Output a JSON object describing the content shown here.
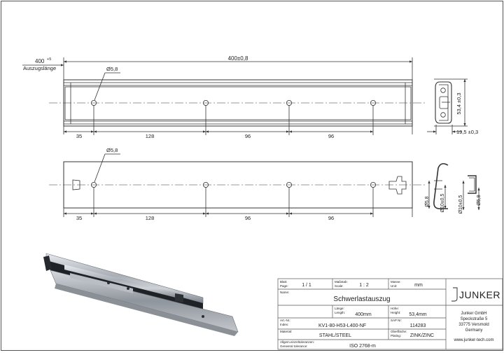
{
  "drawing": {
    "top_view": {
      "stroke_label": "400",
      "stroke_tolerance": "+5",
      "stroke_caption": "Auszugslänge",
      "length_label": "400±0,8",
      "hole_label": "Ø5,8",
      "spacing": [
        "35",
        "128",
        "96",
        "96"
      ],
      "height_label": "53,4 ±0,3",
      "width_label": "19,5 ±0,3"
    },
    "side_view": {
      "hole_label": "Ø5,8",
      "spacing": [
        "35",
        "128",
        "96",
        "96"
      ],
      "section_labels": [
        "Ø5,8",
        "Ø10±0,5",
        "Ø10±0,5",
        "Ø5,8"
      ]
    }
  },
  "title_block": {
    "blatt_label": "Blatt:",
    "page_label": "Page:",
    "page_value": "1 / 1",
    "massstab_label": "Maßstab:",
    "scale_label": "Scale:",
    "scale_value": "1 : 2",
    "masse_label": "Masse:",
    "unit_label": "Unit:",
    "unit_value": "mm",
    "name_label": "Name:",
    "title": "Schwerlastauszug",
    "laenge_label": "Länge:",
    "length_label": "Length:",
    "length_value": "400mm",
    "hoehe_label": "Höhe:",
    "height_label": "Height:",
    "height_value": "53,4mm",
    "artnr_label": "Art.-Nr.:",
    "index_label": "Index:",
    "article_value": "KV1-80-H53-L400-NF",
    "sap_label": "SAP Nr:",
    "sap_value": "114283",
    "material_label": "Material:",
    "material_value": "STAHL/STEEL",
    "oberflaeche_label": "Oberfläche:",
    "plating_label": "Plating:",
    "plating_value": "ZINK/ZINC",
    "tol_de_label": "Allgem.einzeltoleranzen:",
    "tol_en_label": "Geneeral tolerance:",
    "tolerance_value": "ISO 2768-m",
    "company_logo": "JUNKER",
    "company_name": "Junker GmbH",
    "street": "Speckstraße 5",
    "city": "33775 Versmold",
    "country": "Germany",
    "website": "www.junker-tech.com"
  }
}
